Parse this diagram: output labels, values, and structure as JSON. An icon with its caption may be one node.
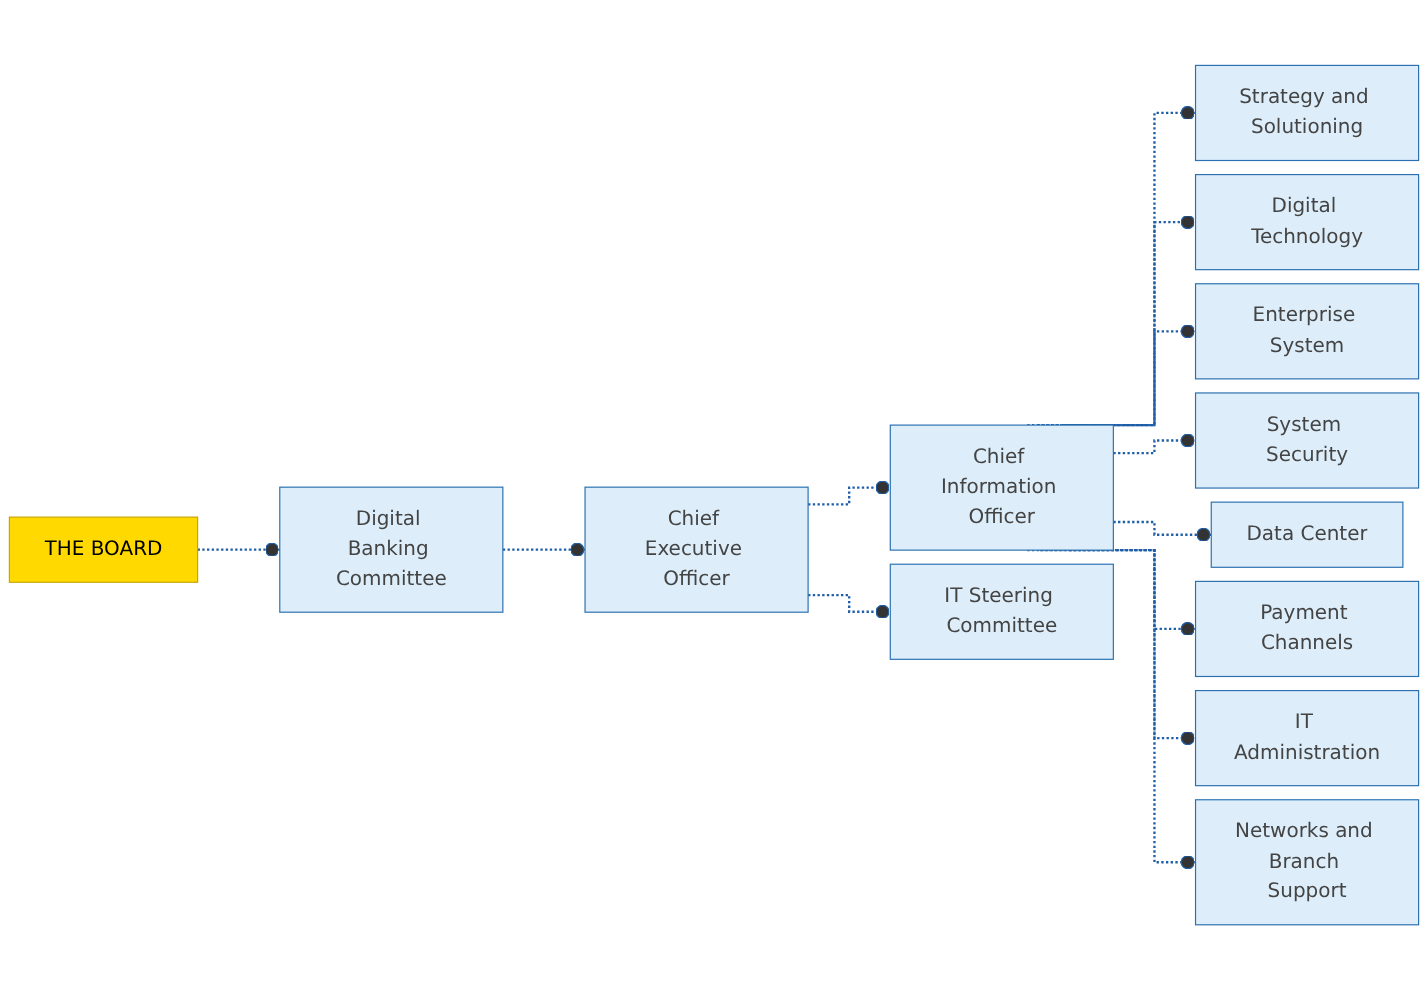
{
  "diagram": {
    "nodes": [
      {
        "text": [
          "THE BOARD"
        ]
      },
      {
        "text": [
          "Digital Banking Committee"
        ]
      },
      {
        "text": [
          "Chief Executive Officer"
        ]
      },
      {
        "text": [
          "Chief Information Officer"
        ]
      },
      {
        "text": [
          "IT Steering Committee"
        ]
      },
      {
        "text": [
          "Strategy and Solutioning"
        ]
      },
      {
        "text": [
          "Digital Technology"
        ]
      },
      {
        "text": [
          "Enterprise System"
        ]
      },
      {
        "text": [
          "System Security"
        ]
      },
      {
        "text": [
          "Data Center"
        ]
      },
      {
        "text": [
          "Payment Channels"
        ]
      },
      {
        "text": [
          "IT Administration"
        ]
      },
      {
        "text": [
          "Networks and Branch Support"
        ]
      }
    ],
    "edges": [
      {
        "from": 0,
        "to": 1,
        "arrow": "other",
        "style": "dashed"
      },
      {
        "from": 1,
        "to": 2,
        "arrow": "other",
        "style": "dashed"
      },
      {
        "from": 2,
        "to": 3,
        "arrow": "other",
        "style": "dashed"
      },
      {
        "from": 2,
        "to": 4,
        "arrow": "other",
        "style": "dashed"
      },
      {
        "from": 3,
        "to": 5,
        "arrow": "other",
        "style": "dashed"
      },
      {
        "from": 3,
        "to": 6,
        "arrow": "other",
        "style": "dashed"
      },
      {
        "from": 3,
        "to": 7,
        "arrow": "other",
        "style": "dashed"
      },
      {
        "from": 3,
        "to": 8,
        "arrow": "other",
        "style": "dashed"
      },
      {
        "from": 3,
        "to": 9,
        "arrow": "other",
        "style": "dashed"
      },
      {
        "from": 3,
        "to": 10,
        "arrow": "other",
        "style": "dashed"
      },
      {
        "from": 3,
        "to": 11,
        "arrow": "other",
        "style": "dashed"
      },
      {
        "from": 3,
        "to": 12,
        "arrow": "other",
        "style": "dashed"
      }
    ]
  }
}
